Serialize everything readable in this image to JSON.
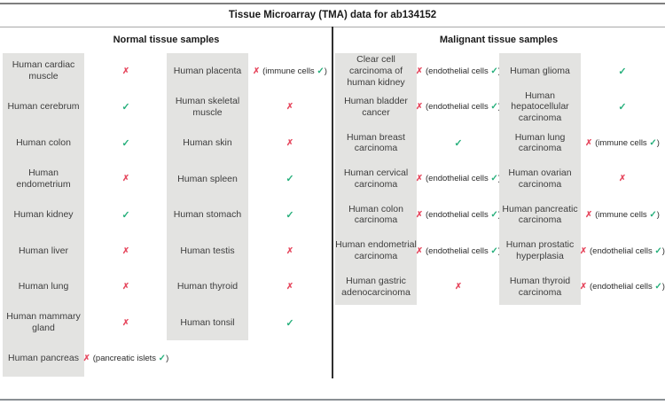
{
  "title": "Tissue Microarray (TMA) data for ab134152",
  "icons": {
    "check": "✓",
    "cross": "✗"
  },
  "colors": {
    "check_green": "#27b07c",
    "cross_red": "#e6495f",
    "name_cell_bg": "#e3e3e1",
    "rule_gray": "#7f7f7f",
    "divider_dark": "#2f2f2f"
  },
  "sections": [
    {
      "header": "Normal tissue samples",
      "columns": [
        {
          "rows": [
            {
              "tissue": "Human cardiac muscle",
              "mark": "cross"
            },
            {
              "tissue": "Human cerebrum",
              "mark": "check"
            },
            {
              "tissue": "Human colon",
              "mark": "check"
            },
            {
              "tissue": "Human endometrium",
              "mark": "cross"
            },
            {
              "tissue": "Human kidney",
              "mark": "check"
            },
            {
              "tissue": "Human liver",
              "mark": "cross"
            },
            {
              "tissue": "Human lung",
              "mark": "cross"
            },
            {
              "tissue": "Human mammary gland",
              "mark": "cross"
            },
            {
              "tissue": "Human pancreas",
              "mark": "cross",
              "note": "pancreatic islets",
              "note_mark": "check"
            }
          ]
        },
        {
          "rows": [
            {
              "tissue": "Human placenta",
              "mark": "cross",
              "note": "immune cells",
              "note_mark": "check"
            },
            {
              "tissue": "Human skeletal muscle",
              "mark": "cross"
            },
            {
              "tissue": "Human skin",
              "mark": "cross"
            },
            {
              "tissue": "Human spleen",
              "mark": "check"
            },
            {
              "tissue": "Human stomach",
              "mark": "check"
            },
            {
              "tissue": "Human testis",
              "mark": "cross"
            },
            {
              "tissue": "Human thyroid",
              "mark": "cross"
            },
            {
              "tissue": "Human tonsil",
              "mark": "check"
            }
          ]
        }
      ]
    },
    {
      "header": "Malignant tissue samples",
      "columns": [
        {
          "rows": [
            {
              "tissue": "Clear cell carcinoma of human kidney",
              "mark": "cross",
              "note": "endothelial cells",
              "note_mark": "check"
            },
            {
              "tissue": "Human bladder cancer",
              "mark": "cross",
              "note": "endothelial cells",
              "note_mark": "check"
            },
            {
              "tissue": "Human breast carcinoma",
              "mark": "check"
            },
            {
              "tissue": "Human cervical carcinoma",
              "mark": "cross",
              "note": "endothelial cells",
              "note_mark": "check"
            },
            {
              "tissue": "Human colon carcinoma",
              "mark": "cross",
              "note": "endothelial cells",
              "note_mark": "check"
            },
            {
              "tissue": "Human endometrial carcinoma",
              "mark": "cross",
              "note": "endothelial cells",
              "note_mark": "check"
            },
            {
              "tissue": "Human gastric adenocarcinoma",
              "mark": "cross"
            }
          ]
        },
        {
          "rows": [
            {
              "tissue": "Human glioma",
              "mark": "check"
            },
            {
              "tissue": "Human hepatocellular carcinoma",
              "mark": "check"
            },
            {
              "tissue": "Human lung carcinoma",
              "mark": "cross",
              "note": "immune cells",
              "note_mark": "check"
            },
            {
              "tissue": "Human ovarian carcinoma",
              "mark": "cross"
            },
            {
              "tissue": "Human pancreatic carcinoma",
              "mark": "cross",
              "note": "immune cells",
              "note_mark": "check"
            },
            {
              "tissue": "Human prostatic hyperplasia",
              "mark": "cross",
              "note": "endothelial cells",
              "note_mark": "check"
            },
            {
              "tissue": "Human thyroid carcinoma",
              "mark": "cross",
              "note": "endothelial cells",
              "note_mark": "check"
            }
          ]
        }
      ]
    }
  ]
}
